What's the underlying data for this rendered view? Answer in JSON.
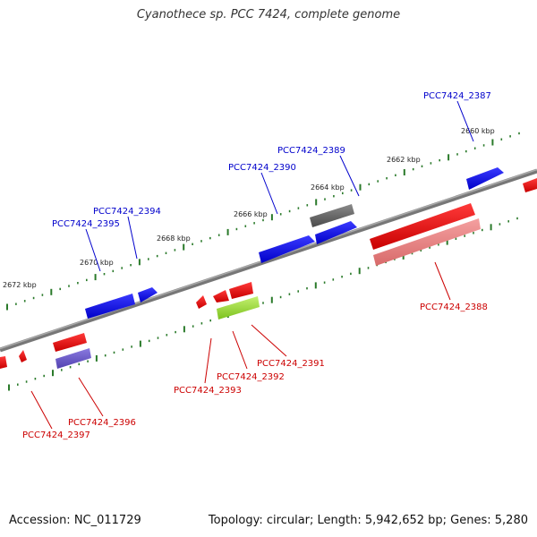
{
  "title": "Cyanothece sp. PCC 7424, complete genome",
  "footer": {
    "accession": "Accession: NC_011729",
    "summary": "Topology: circular; Length: 5,942,652 bp; Genes: 5,280"
  },
  "colors": {
    "backbone": "#888888",
    "tick": "#2a7a2a",
    "forward_label": "#0000cc",
    "reverse_label": "#cc0000",
    "blue_gene": "#0000ee",
    "red_gene": "#ee0000",
    "pink_gene": "#ee8888",
    "gray_gene": "#666666",
    "green_gene": "#99dd33",
    "purple_gene": "#6a5acd"
  },
  "kbp_labels": [
    "2660 kbp",
    "2662 kbp",
    "2664 kbp",
    "2666 kbp",
    "2668 kbp",
    "2670 kbp",
    "2672 kbp"
  ],
  "gene_labels": {
    "PCC7424_2387": "PCC7424_2387",
    "PCC7424_2389": "PCC7424_2389",
    "PCC7424_2390": "PCC7424_2390",
    "PCC7424_2394": "PCC7424_2394",
    "PCC7424_2395": "PCC7424_2395",
    "PCC7424_2388": "PCC7424_2388",
    "PCC7424_2391": "PCC7424_2391",
    "PCC7424_2392": "PCC7424_2392",
    "PCC7424_2393": "PCC7424_2393",
    "PCC7424_2396": "PCC7424_2396",
    "PCC7424_2397": "PCC7424_2397"
  }
}
